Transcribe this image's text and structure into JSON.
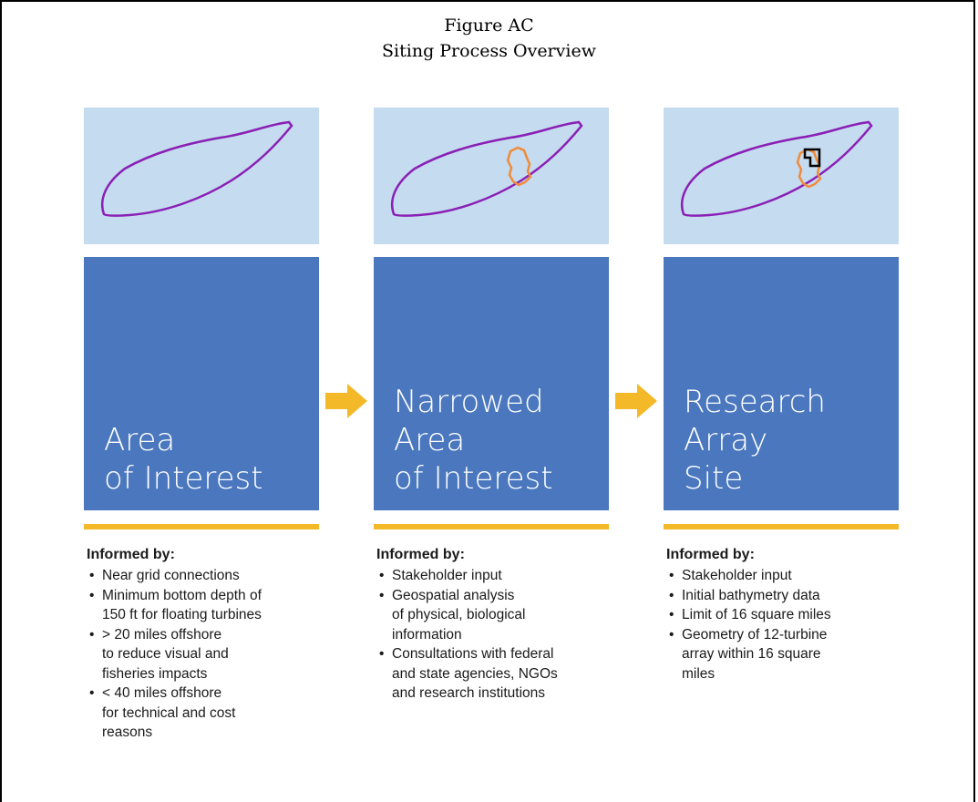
{
  "figure": {
    "title_line1": "Figure AC",
    "title_line2": "Siting Process Overview"
  },
  "colors": {
    "map_bg": "#c5dbef",
    "box_bg": "#4a77be",
    "rule": "#f4b928",
    "arrow": "#f4b928",
    "area_outline": "#8a1fb5",
    "narrowed_outline": "#f08b3a",
    "site_outline": "#000000"
  },
  "steps": [
    {
      "label_lines": [
        "Area",
        "of Interest"
      ],
      "informed_header": "Informed by:",
      "bullets": [
        [
          "Near grid connections"
        ],
        [
          "Minimum bottom depth of",
          "150 ft for floating turbines"
        ],
        [
          "> 20 miles offshore",
          "to reduce visual and",
          "fisheries impacts"
        ],
        [
          "< 40 miles offshore",
          "for technical and cost",
          "reasons"
        ]
      ]
    },
    {
      "label_lines": [
        "Narrowed",
        "Area",
        "of Interest"
      ],
      "informed_header": "Informed by:",
      "bullets": [
        [
          "Stakeholder input"
        ],
        [
          "Geospatial analysis",
          "of physical, biological",
          "information"
        ],
        [
          "Consultations with federal",
          "and state agencies, NGOs",
          "and research institutions"
        ]
      ]
    },
    {
      "label_lines": [
        "Research",
        "Array",
        "Site"
      ],
      "informed_header": "Informed by:",
      "bullets": [
        [
          "Stakeholder input"
        ],
        [
          "Initial bathymetry data"
        ],
        [
          "Limit of 16 square miles"
        ],
        [
          "Geometry of 12-turbine",
          "array within 16 square",
          "miles"
        ]
      ]
    }
  ]
}
